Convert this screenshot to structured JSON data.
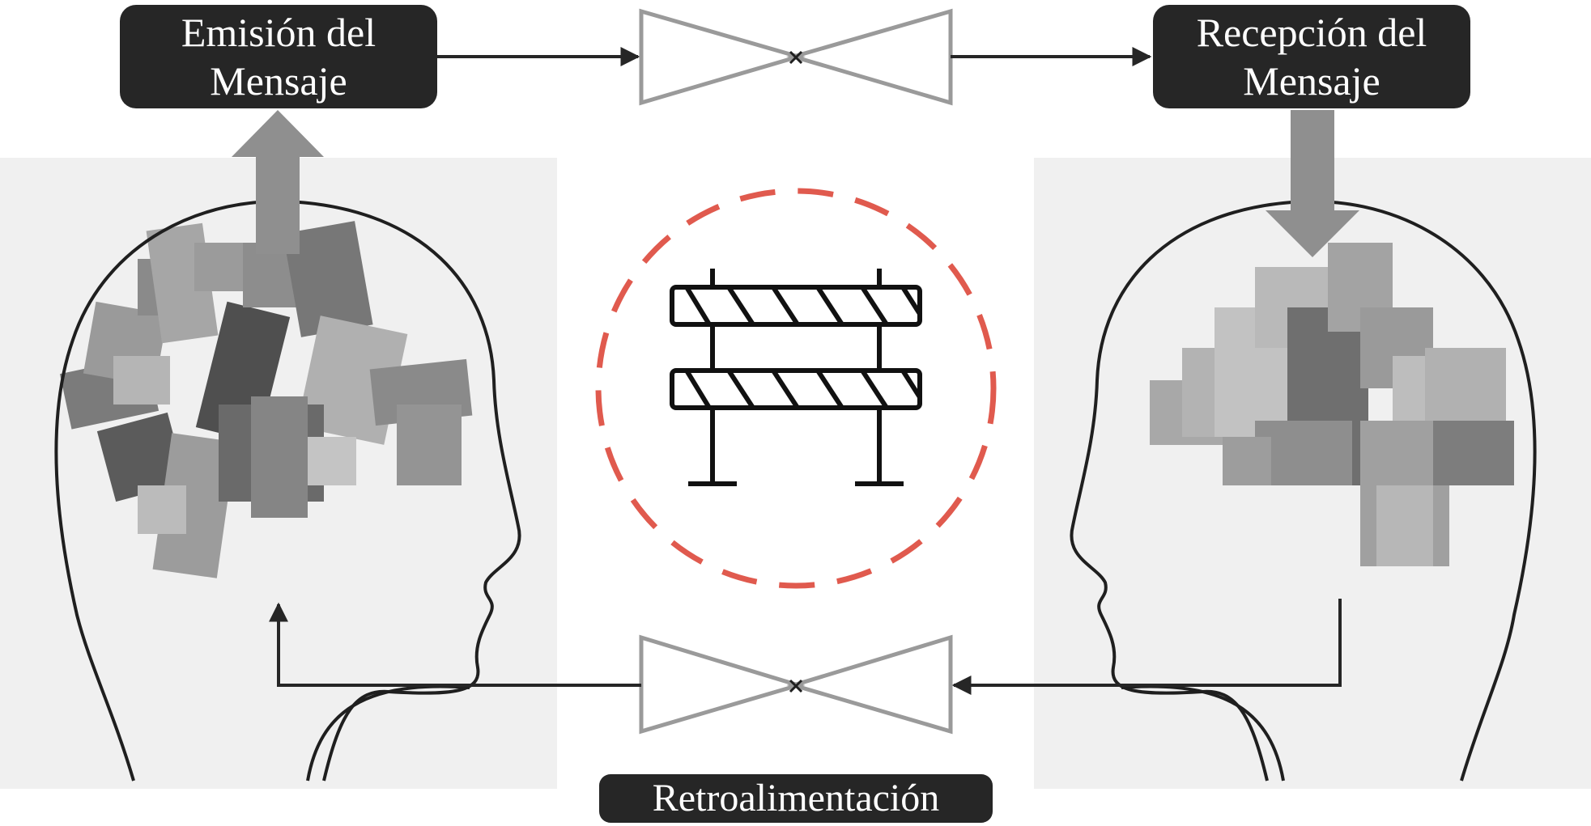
{
  "labels": {
    "emit": "Emisión del\nMensaje",
    "receive": "Recepción del\nMensaje",
    "feedback": "Retroalimentación"
  },
  "icons": {
    "sender_head": "sender-head-puzzle-pieces-image",
    "receiver_head": "receiver-head-puzzle-pieces-image",
    "barrier": "road-barrier-icon",
    "noise": "noise-bowtie-icon"
  },
  "colors": {
    "label_bg": "#262626",
    "label_text": "#ffffff",
    "barrier_circle": "#e05a4e",
    "arrow_gray": "#8f8f8f",
    "bowtie_gray": "#9a9a9a"
  }
}
